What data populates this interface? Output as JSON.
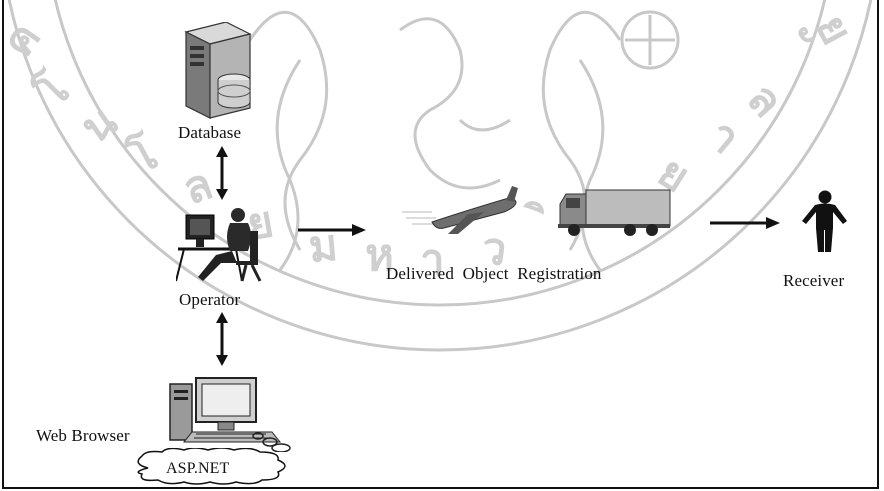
{
  "diagram": {
    "nodes": {
      "database": "Database",
      "operator": "Operator",
      "web_browser": "Web Browser",
      "asp_net": "ASP.NET",
      "delivered_object_registration": "Delivered  Object  Registration",
      "receiver": "Receiver"
    },
    "edges": [
      {
        "from": "database",
        "to": "operator",
        "style": "bidirectional"
      },
      {
        "from": "operator",
        "to": "web_browser",
        "style": "bidirectional"
      },
      {
        "from": "operator",
        "to": "delivered_object_registration",
        "style": "directed"
      },
      {
        "from": "delivered_object_registration",
        "to": "receiver",
        "style": "directed"
      }
    ],
    "icons": [
      "database-server-icon",
      "operator-workstation-icon",
      "airplane-icon",
      "truck-icon",
      "receiver-person-icon",
      "web-browser-computer-icon",
      "asp-net-cloud-icon",
      "watermark-seal"
    ],
    "colors": {
      "ink": "#111111",
      "watermark": "#c8c8c8",
      "icon_gray": "#8a8a8a"
    }
  }
}
